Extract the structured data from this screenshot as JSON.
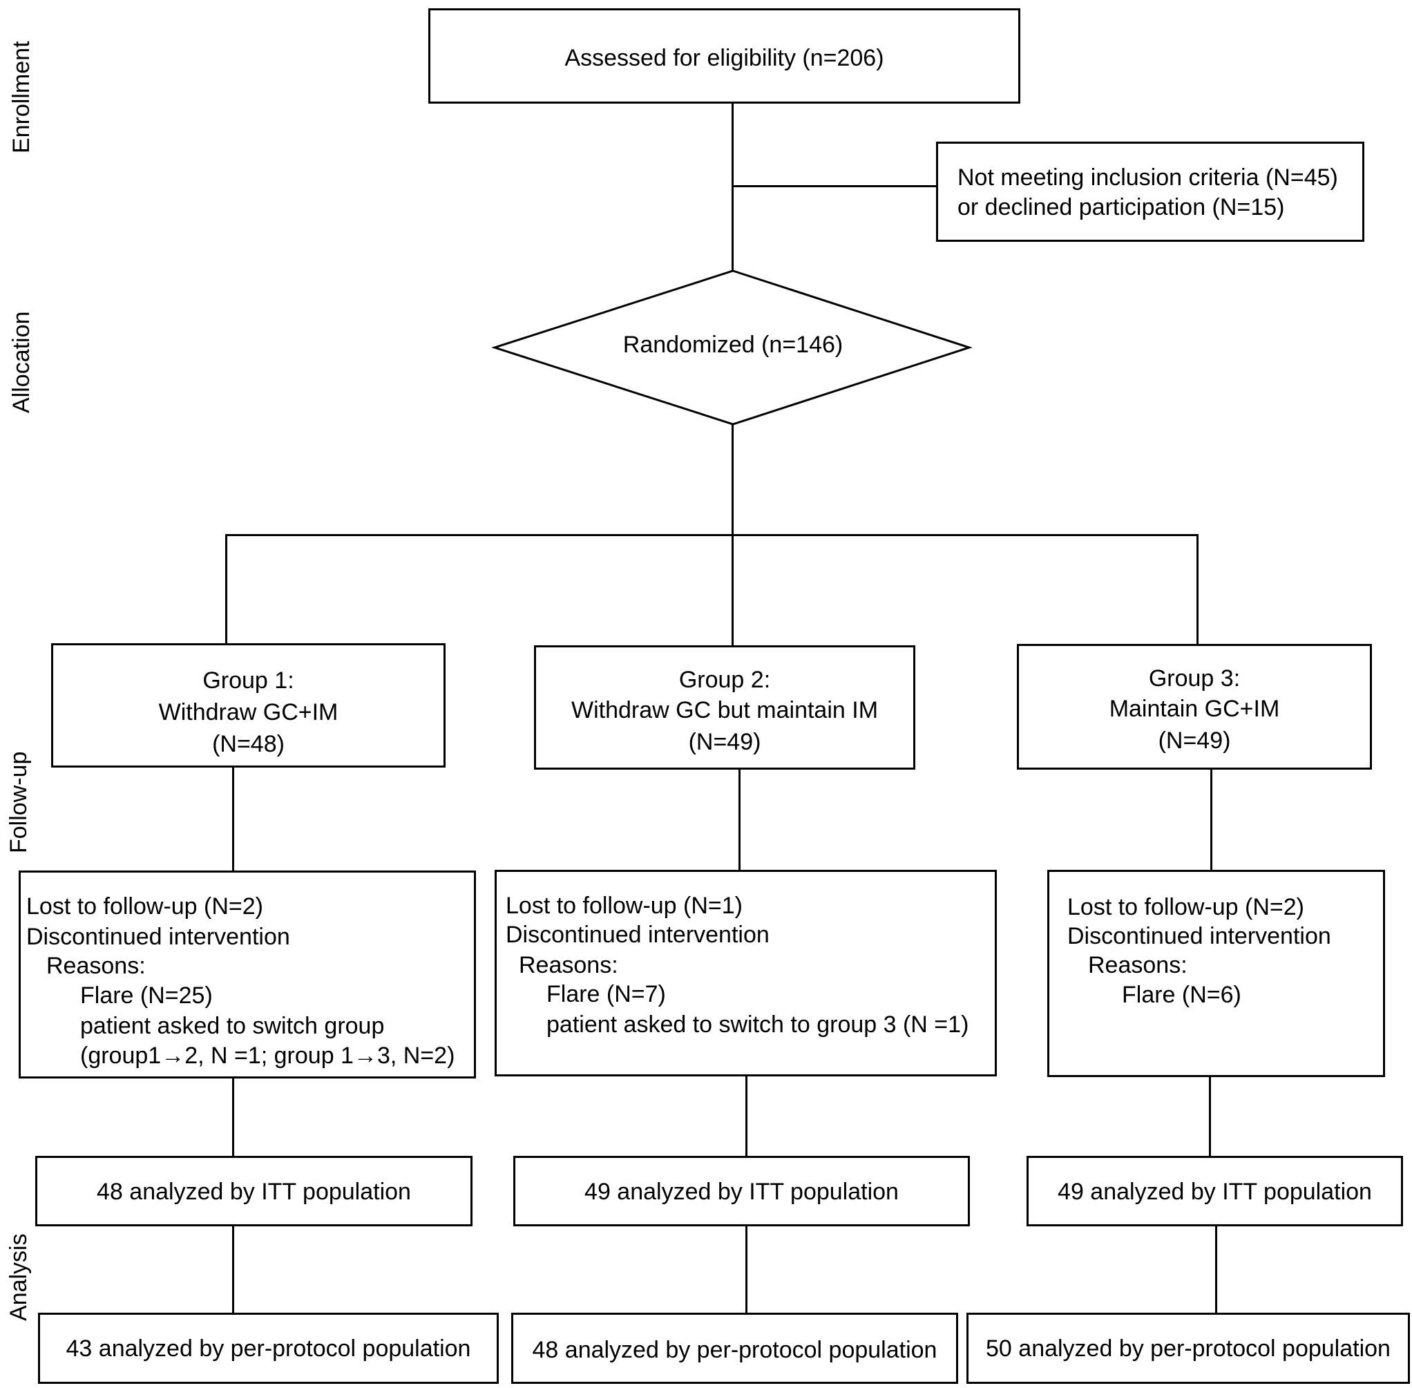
{
  "stages": {
    "enrollment": "Enrollment",
    "allocation": "Allocation",
    "follow_up": "Follow-up",
    "analysis": "Analysis"
  },
  "assessed": "Assessed for eligibility (n=206)",
  "excluded": {
    "line1": "Not meeting inclusion criteria (N=45)",
    "line2": "or declined participation (N=15)"
  },
  "randomized": "Randomized (n=146)",
  "groups": [
    {
      "title": "Group 1:",
      "arm": "Withdraw GC+IM",
      "n": "(N=48)",
      "lost": "Lost to follow-up (N=2)",
      "discontinued": "Discontinued intervention",
      "reasons": "Reasons:",
      "reason1": "Flare (N=25)",
      "reason2": "patient asked to switch group",
      "reason3": "(group1→2, N =1; group 1→3, N=2)",
      "itt": "48 analyzed by ITT population",
      "pp": "43 analyzed by per-protocol population"
    },
    {
      "title": "Group 2:",
      "arm": "Withdraw GC but maintain IM",
      "n": "(N=49)",
      "lost": "Lost to follow-up (N=1)",
      "discontinued": "Discontinued intervention",
      "reasons": "Reasons:",
      "reason1": "Flare (N=7)",
      "reason2": "patient asked to switch to group 3 (N =1)",
      "itt": "49 analyzed by ITT population",
      "pp": "48 analyzed by per-protocol population"
    },
    {
      "title": "Group 3:",
      "arm": "Maintain GC+IM",
      "n": "(N=49)",
      "lost": "Lost to follow-up (N=2)",
      "discontinued": "Discontinued intervention",
      "reasons": "Reasons:",
      "reason1": "Flare (N=6)",
      "itt": "49 analyzed by ITT population",
      "pp": "50 analyzed by per-protocol population"
    }
  ]
}
